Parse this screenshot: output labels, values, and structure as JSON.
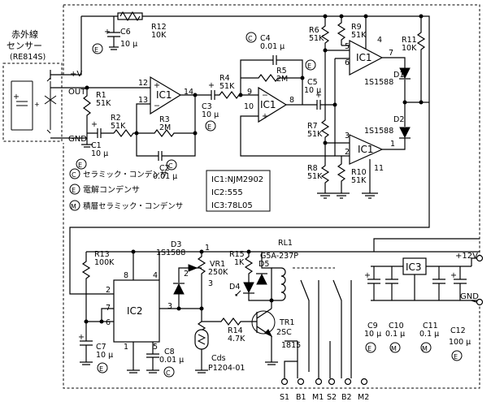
{
  "sensor": {
    "title_line1": "赤外線",
    "title_line2": "センサー",
    "part": "(RE814S)",
    "pin_plus": "+V",
    "pin_out": "OUT",
    "pin_gnd": "GND"
  },
  "parts": {
    "C6": {
      "ref": "C6",
      "value": "10 μ"
    },
    "R12": {
      "ref": "R12",
      "value": "10K"
    },
    "R1": {
      "ref": "R1",
      "value": "51K"
    },
    "R2": {
      "ref": "R2",
      "value": "51K"
    },
    "C1": {
      "ref": "C1",
      "value": "10 μ"
    },
    "R3": {
      "ref": "R3",
      "value": "2M"
    },
    "C2": {
      "ref": "C2",
      "value": "0.01 μ"
    },
    "C3": {
      "ref": "C3",
      "value": "10 μ"
    },
    "R4": {
      "ref": "R4",
      "value": "51K"
    },
    "C4": {
      "ref": "C4",
      "value": "0.01 μ"
    },
    "R5": {
      "ref": "R5",
      "value": "2M"
    },
    "C5": {
      "ref": "C5",
      "value": "10 μ"
    },
    "R6": {
      "ref": "R6",
      "value": "51K"
    },
    "R7": {
      "ref": "R7",
      "value": "51K"
    },
    "R8": {
      "ref": "R8",
      "value": "51K"
    },
    "R9": {
      "ref": "R9",
      "value": "51K"
    },
    "R10": {
      "ref": "R10",
      "value": "51K"
    },
    "R11": {
      "ref": "R11",
      "value": "10K"
    },
    "D1": {
      "ref": "D1",
      "value": "1S1588"
    },
    "D2": {
      "ref": "D2",
      "value": "1S1588"
    },
    "R13": {
      "ref": "R13",
      "value": "100K"
    },
    "C7": {
      "ref": "C7",
      "value": "10 μ"
    },
    "C8": {
      "ref": "C8",
      "value": "0.01 μ"
    },
    "D3": {
      "ref": "D3",
      "value": "1S1588"
    },
    "VR1": {
      "ref": "VR1",
      "value": "250K"
    },
    "R14": {
      "ref": "R14",
      "value": "4.7K"
    },
    "Cds": {
      "ref": "Cds",
      "value": "P1204-01"
    },
    "R15": {
      "ref": "R15",
      "value": "1K"
    },
    "D4": {
      "ref": "D4",
      "value": ""
    },
    "D5": {
      "ref": "D5",
      "value": ""
    },
    "TR1": {
      "ref": "TR1",
      "value": "2SC",
      "value2": "1815"
    },
    "RL1": {
      "ref": "RL1",
      "value": "G5A-237P"
    },
    "C9": {
      "ref": "C9",
      "value": "10 μ"
    },
    "C10": {
      "ref": "C10",
      "value": "0.1 μ"
    },
    "C11": {
      "ref": "C11",
      "value": "0.1 μ"
    },
    "C12": {
      "ref": "C12",
      "value": "100 μ"
    }
  },
  "ics": {
    "IC1": "IC1",
    "IC2": "IC2",
    "IC3": "IC3"
  },
  "pins": {
    "ic1a": {
      "p12": "12",
      "p13": "13",
      "p14": "14"
    },
    "ic1b": {
      "p9": "9",
      "p10": "10",
      "p8": "8"
    },
    "ic1c": {
      "p4": "4",
      "p5": "5",
      "p6": "6",
      "p7": "7"
    },
    "ic1d": {
      "p3": "3",
      "p2": "2",
      "p1": "1",
      "p11": "11"
    },
    "ic2": {
      "p8": "8",
      "p4": "4",
      "p2": "2",
      "p7": "7",
      "p6": "6",
      "p3": "3",
      "p1": "1",
      "p5": "5"
    },
    "vr1": {
      "p1": "1",
      "p2": "2",
      "p3": "3"
    }
  },
  "legend": {
    "c_mark": "C",
    "e_mark": "E",
    "m_mark": "M",
    "c_text": "セラミック・コンデンサ",
    "e_text": "電解コンデンサ",
    "m_text": "積層セラミック・コンデンサ"
  },
  "ic_table": {
    "line1": "IC1:NJM2902",
    "line2": "IC2:555",
    "line3": "IC3:78L05"
  },
  "power": {
    "v12": "+12V",
    "gnd": "GND"
  },
  "terminals": [
    "S1",
    "B1",
    "M1",
    "S2",
    "B2",
    "M2"
  ]
}
